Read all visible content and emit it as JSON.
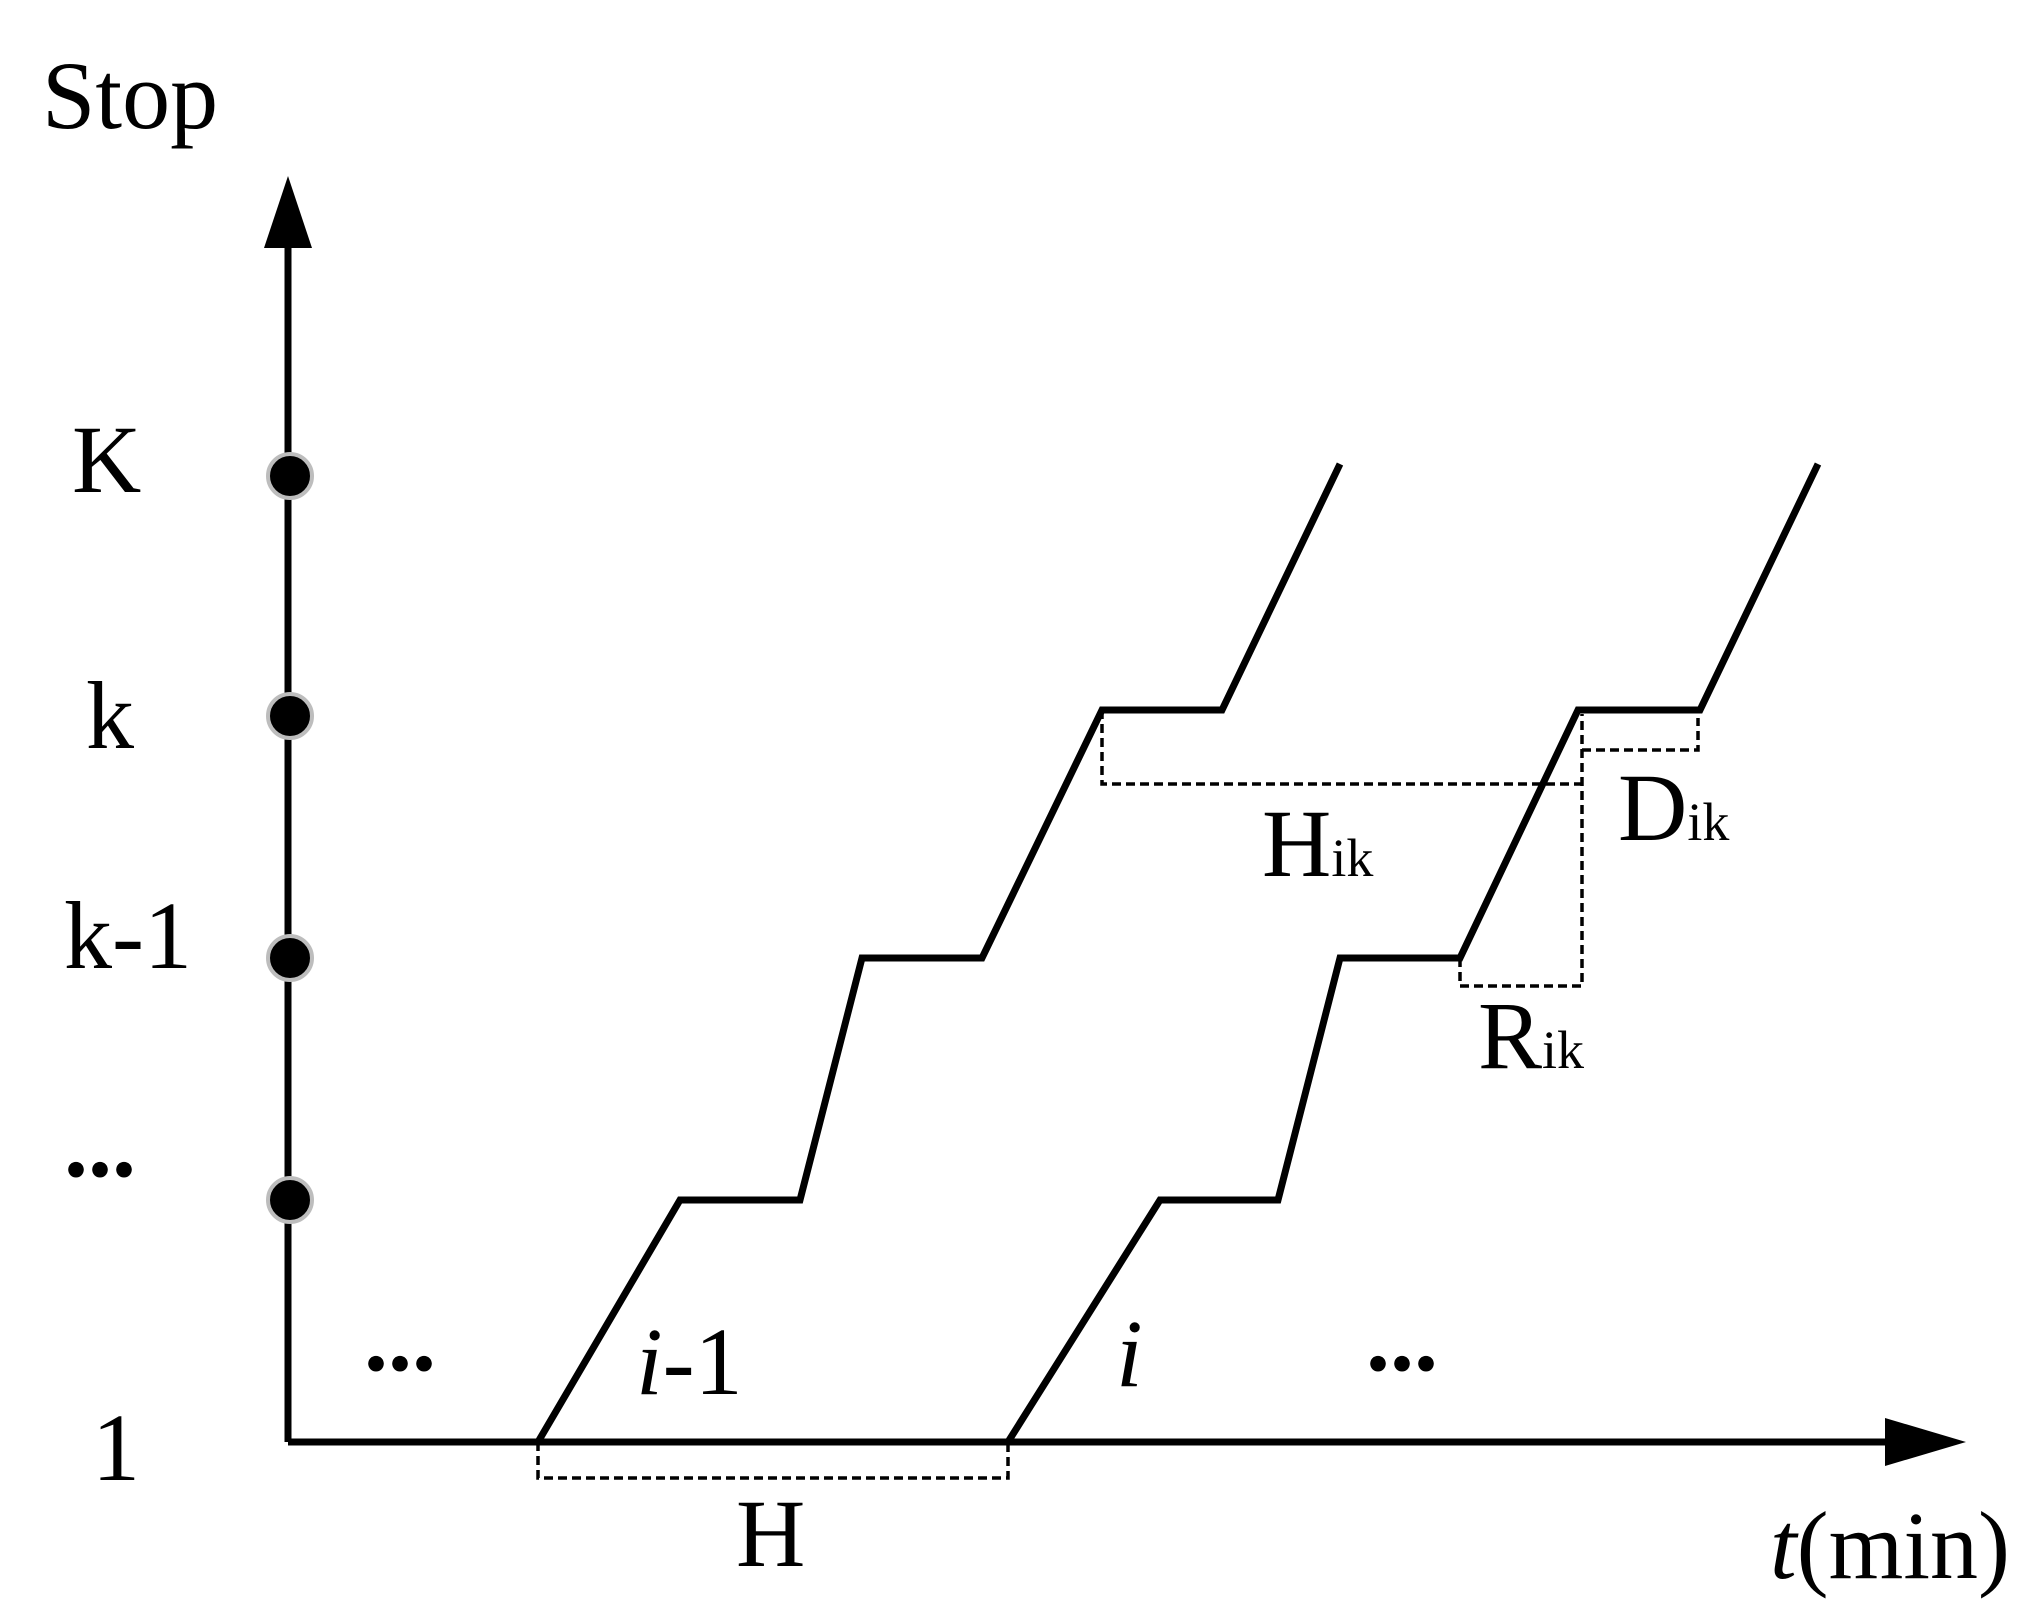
{
  "axes": {
    "y_label": "Stop",
    "x_label_italic": "t",
    "x_label_unit": "(min)"
  },
  "stops": [
    {
      "label": "K"
    },
    {
      "label": "k"
    },
    {
      "label": "k-1"
    },
    {
      "label": "..."
    },
    {
      "label": "1"
    }
  ],
  "buses": [
    {
      "italic": "i",
      "suffix": "-1"
    },
    {
      "italic": "i",
      "suffix": ""
    }
  ],
  "ellipsis": "...",
  "labels": {
    "headway": "H",
    "headway_ik_main": "H",
    "headway_ik_sub": "ik",
    "dwell_main": "D",
    "dwell_sub": "ik",
    "run_main": "R",
    "run_sub": "ik"
  }
}
